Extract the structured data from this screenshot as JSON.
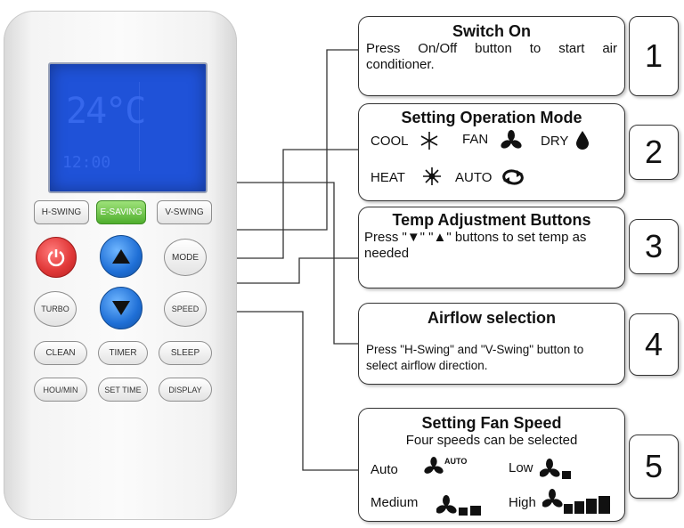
{
  "remote": {
    "lcd_temp": "24°C",
    "lcd_time": "12:00",
    "buttons": {
      "h_swing": "H-SWING",
      "e_saving": "E-SAVING",
      "v_swing": "V-SWING",
      "mode": "MODE",
      "turbo": "TURBO",
      "speed": "SPEED",
      "clean": "CLEAN",
      "timer": "TIMER",
      "sleep": "SLEEP",
      "hou_min": "HOU/MIN",
      "set_time": "SET TIME",
      "display": "DISPLAY"
    }
  },
  "callouts": [
    {
      "number": "1",
      "title": "Switch On",
      "text": "Press On/Off button to start air conditioner."
    },
    {
      "number": "2",
      "title": "Setting Operation Mode",
      "modes": {
        "cool": "COOL",
        "fan": "FAN",
        "dry": "DRY",
        "heat": "HEAT",
        "auto": "AUTO"
      }
    },
    {
      "number": "3",
      "title": "Temp Adjustment Buttons",
      "text": "Press \"▼\" \"▲\" buttons to set temp as needed"
    },
    {
      "number": "4",
      "title": "Airflow selection",
      "text": "Press  \"H-Swing\" and \"V-Swing\" button to select airflow direction."
    },
    {
      "number": "5",
      "title": "Setting Fan Speed",
      "subtitle": "Four speeds can be selected",
      "speeds": {
        "auto": "Auto",
        "auto_badge": "AUTO",
        "low": "Low",
        "medium": "Medium",
        "high": "High"
      }
    }
  ],
  "colors": {
    "lcd": "#1f52d8",
    "power": "#e23a3a",
    "arrow": "#1f6fd6",
    "e_saving": "#4fae2d"
  }
}
